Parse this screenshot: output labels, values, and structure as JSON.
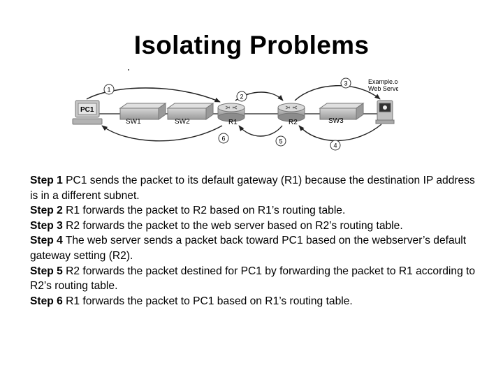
{
  "title": "Isolating Problems",
  "diagram": {
    "devices": {
      "pc1": "PC1",
      "sw1": "SW1",
      "sw2": "SW2",
      "r1": "R1",
      "r2": "R2",
      "sw3": "SW3",
      "server_line1": "Example.com",
      "server_line2": "Web Server"
    },
    "flow_markers": [
      "1",
      "2",
      "3",
      "4",
      "5",
      "6"
    ]
  },
  "steps": [
    {
      "label": "Step 1",
      "text": " PC1 sends the packet to its default gateway (R1) because the destination IP address is in a different subnet."
    },
    {
      "label": "Step 2",
      "text": " R1 forwards the packet to R2 based on R1’s routing table."
    },
    {
      "label": "Step 3",
      "text": " R2 forwards the packet to the web server based on R2’s routing table."
    },
    {
      "label": "Step 4",
      "text": " The web server sends a packet back toward PC1 based on the webserver’s default gateway setting (R2)."
    },
    {
      "label": "Step 5",
      "text": " R2 forwards the packet destined for PC1 by forwarding the packet to R1 according to R2’s routing table."
    },
    {
      "label": "Step 6",
      "text": " R1 forwards the packet to PC1 based on R1’s routing table."
    }
  ],
  "colors": {
    "background": "#ffffff",
    "text": "#000000",
    "device_gray": "#b8b8b8",
    "link_line": "#444444"
  }
}
